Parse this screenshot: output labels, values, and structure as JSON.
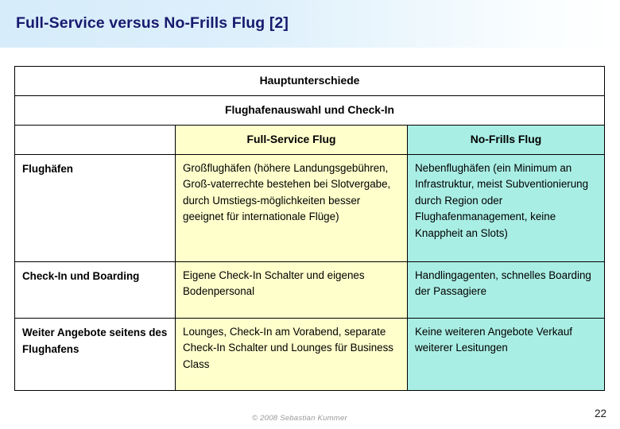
{
  "slide": {
    "title": "Full-Service versus No-Frills Flug [2]",
    "page_number": "22",
    "copyright": "© 2008 Sebastian Kummer",
    "colors": {
      "title_text": "#181a6e",
      "title_bar_start": "#d6ecfa",
      "title_bar_end": "#ffffff",
      "full_service_bg": "#ffffcc",
      "no_frills_bg": "#a9eee4",
      "border": "#000000"
    }
  },
  "table": {
    "banner_1": "Hauptunterschiede",
    "banner_2": "Flughafenauswahl und Check-In",
    "column_headers": {
      "label_col": "",
      "full_service": "Full-Service Flug",
      "no_frills": "No-Frills Flug"
    },
    "rows": [
      {
        "label": "Flughäfen",
        "full_service": "Großflughäfen (höhere Landungsgebühren, Groß-vaterrechte bestehen bei Slotvergabe, durch Umstiegs-möglichkeiten besser geeignet für internationale Flüge)",
        "no_frills": "Nebenflughäfen (ein Minimum an Infrastruktur, meist Subventionierung durch Region oder Flughafenmanagement, keine Knappheit an Slots)"
      },
      {
        "label": "Check-In und Boarding",
        "full_service": "Eigene Check-In Schalter und eigenes Bodenpersonal",
        "no_frills": "Handlingagenten, schnelles Boarding der Passagiere"
      },
      {
        "label": "Weiter Angebote seitens des Flughafens",
        "full_service": "Lounges, Check-In am Vorabend, separate Check-In Schalter und Lounges für Business Class",
        "no_frills": "Keine weiteren Angebote Verkauf weiterer Lesitungen"
      }
    ]
  }
}
